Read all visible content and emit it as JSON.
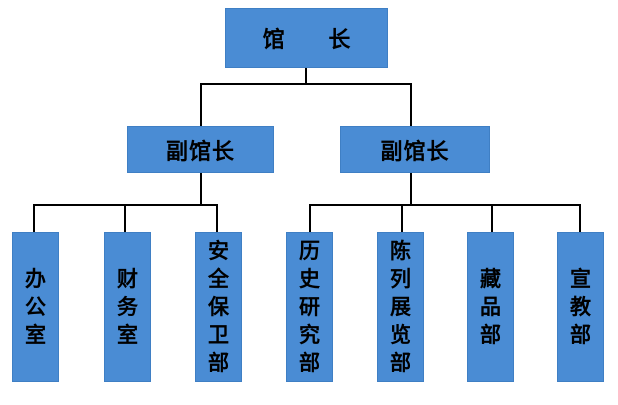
{
  "chart": {
    "top": "馆 长",
    "deputies": [
      "副馆长",
      "副馆长"
    ],
    "departments": [
      "办公室",
      "财务室",
      "安全保卫部",
      "历史研究部",
      "陈列展览部",
      "藏品部",
      "宣教部"
    ]
  },
  "colors": {
    "box": "#4a8cd4",
    "line": "#000000"
  }
}
